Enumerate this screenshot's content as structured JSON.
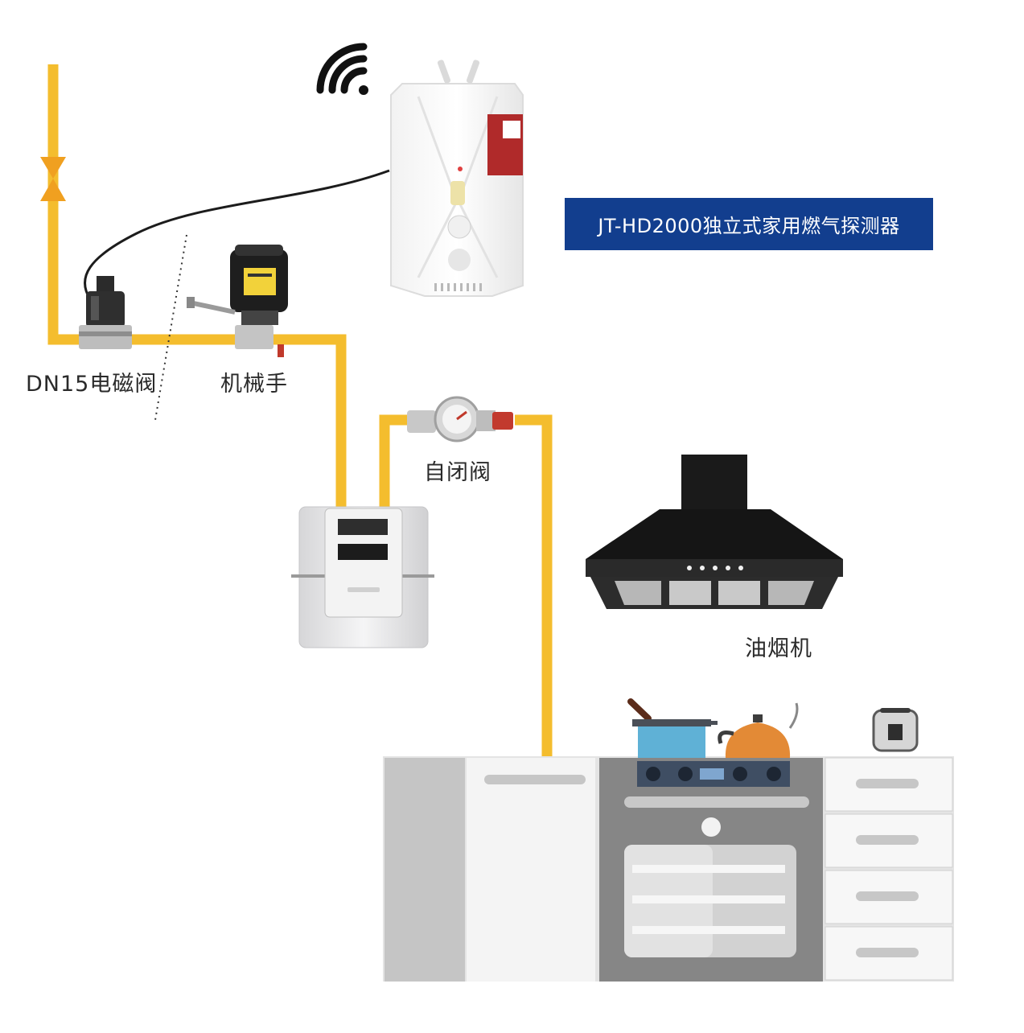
{
  "diagram": {
    "title": "JT-HD2000独立式家用燃气探测器",
    "labels": {
      "solenoid_valve": "DN15电磁阀",
      "manipulator": "机械手",
      "self_closing_valve": "自闭阀",
      "range_hood": "油烟机"
    },
    "icons": [
      "wifi-icon"
    ],
    "colors": {
      "pipe": "#f4bd2e",
      "banner": "#123e8e",
      "cabinet": "#c8c8c8",
      "oven": "#8a8a8a"
    }
  }
}
